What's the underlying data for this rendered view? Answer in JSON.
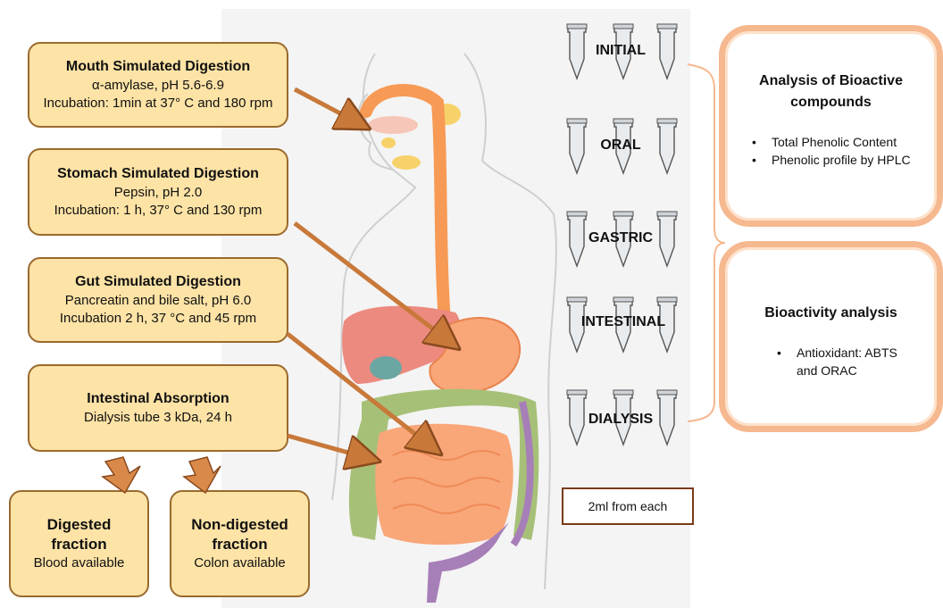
{
  "digestion_steps": [
    {
      "title": "Mouth Simulated Digestion",
      "lines": [
        "α-amylase, pH 5.6-6.9",
        "Incubation: 1min at 37° C and 180 rpm"
      ]
    },
    {
      "title": "Stomach Simulated Digestion",
      "lines": [
        "Pepsin, pH 2.0",
        "Incubation: 1 h, 37° C and 130 rpm"
      ]
    },
    {
      "title": "Gut Simulated Digestion",
      "lines": [
        "Pancreatin and bile salt, pH 6.0",
        "Incubation 2 h, 37 °C and 45 rpm"
      ]
    },
    {
      "title": "Intestinal Absorption",
      "lines": [
        "Dialysis tube 3 kDa, 24 h"
      ]
    }
  ],
  "outcomes": [
    {
      "title_line1": "Digested",
      "title_line2": "fraction",
      "sub": "Blood available"
    },
    {
      "title_line1": "Non-digested",
      "title_line2": "fraction",
      "sub": "Colon available"
    }
  ],
  "samples": [
    "INITIAL",
    "ORAL",
    "GASTRIC",
    "INTESTINAL",
    "DIALYSIS"
  ],
  "sample_note": "2ml from each",
  "analysis_boxes": [
    {
      "title_line1": "Analysis of Bioactive",
      "title_line2": "compounds",
      "items": [
        "Total Phenolic Content",
        "Phenolic profile by HPLC"
      ]
    },
    {
      "title_line1": "Bioactivity analysis",
      "title_line2": "",
      "items": [
        "Antioxidant: ABTS",
        "and ORAC"
      ]
    }
  ],
  "colors": {
    "box_fill": "#fde3a6",
    "box_border": "#9a6a2e",
    "arrow": "#c8793a",
    "analysis_border": "#f6b88f",
    "esophagus": "#f79a55",
    "liver": "#ec8a80",
    "small_intestine": "#f9a679",
    "large_intestine": "#a7c078",
    "rectum": "#a77fb8"
  }
}
